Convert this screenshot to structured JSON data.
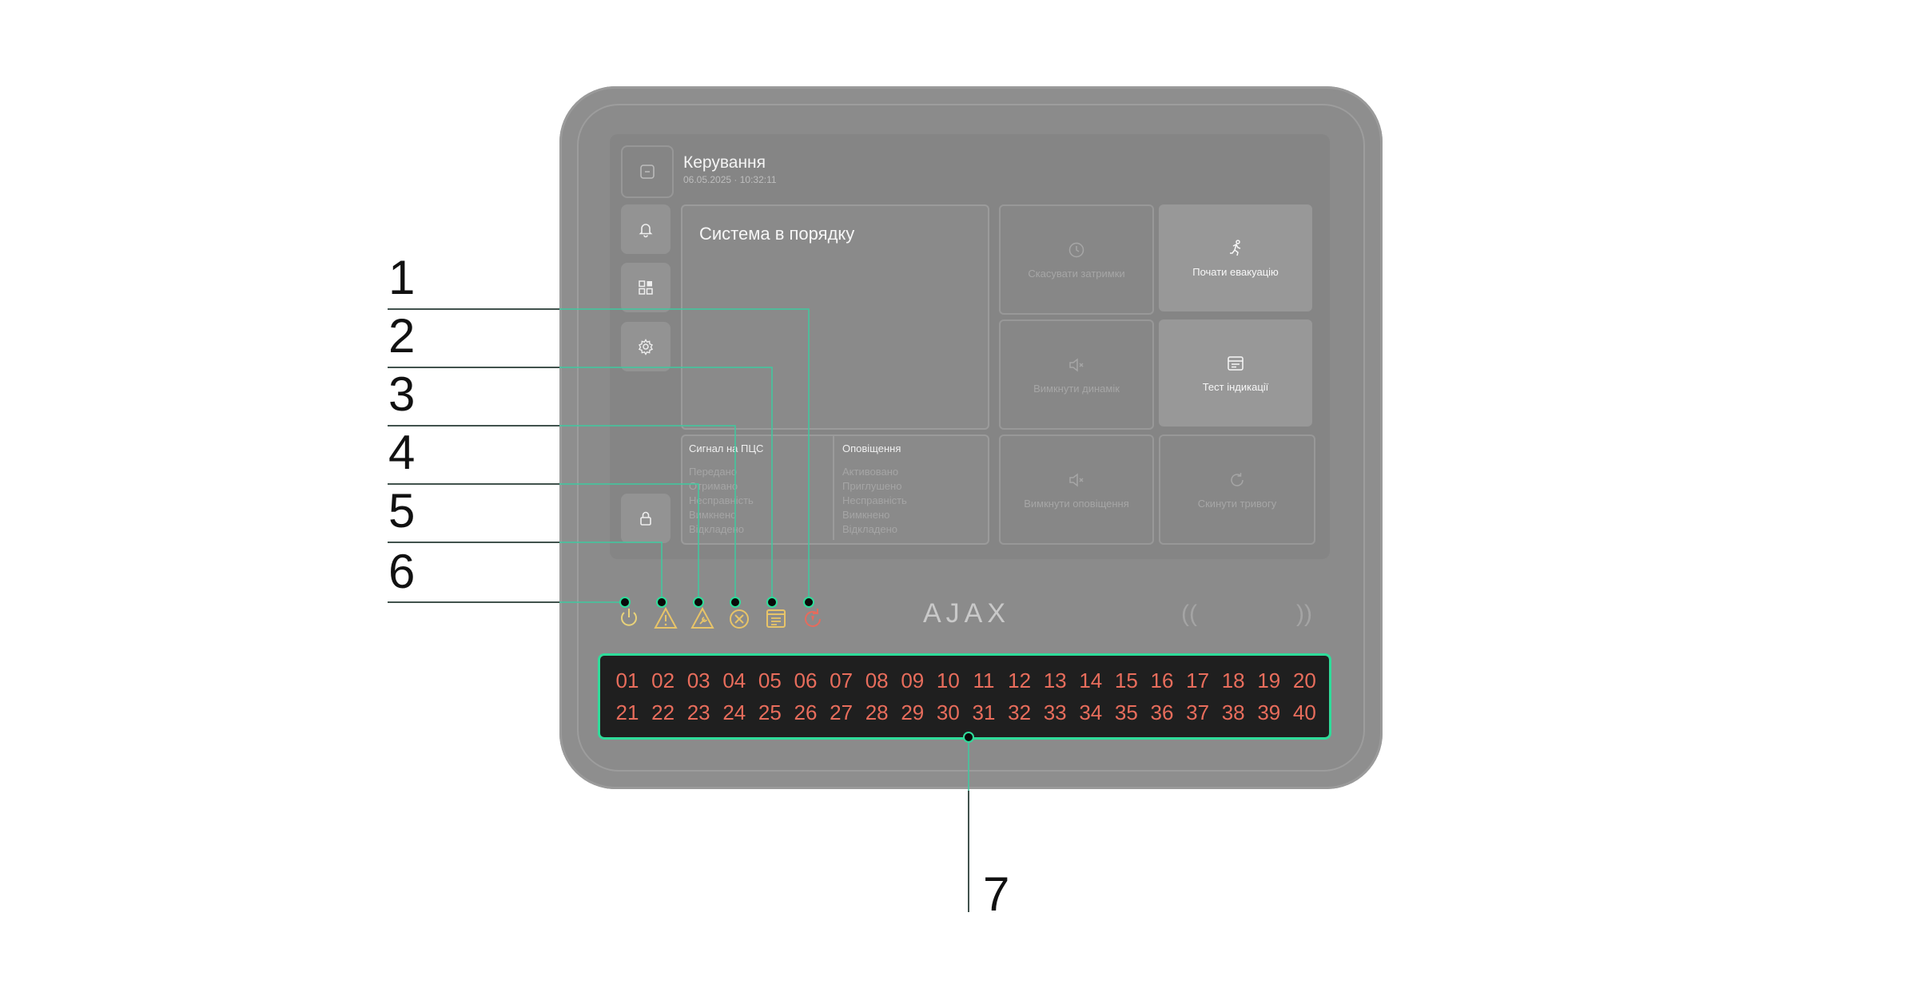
{
  "screen": {
    "title": "Керування",
    "datetime": "06.05.2025 · 10:32:11",
    "status": "Система в порядку",
    "tiles": [
      {
        "label": "Скасувати затримки",
        "icon": "clock-icon",
        "state": "dim"
      },
      {
        "label": "Почати евакуацію",
        "icon": "running-person-icon",
        "state": "active"
      },
      {
        "label": "Вимкнути динамік",
        "icon": "speaker-mute-icon",
        "state": "dim"
      },
      {
        "label": "Тест індикації",
        "icon": "indication-test-icon",
        "state": "active"
      },
      {
        "label": "Вимкнути оповіщення",
        "icon": "speaker-mute-icon",
        "state": "dim"
      },
      {
        "label": "Скинути тривогу",
        "icon": "reset-icon",
        "state": "dim"
      }
    ],
    "monitoring": {
      "title": "Сигнал на ПЦС",
      "items": [
        "Передано",
        "Отримано",
        "Несправність",
        "Вимкнено",
        "Відкладено"
      ]
    },
    "notifications": {
      "title": "Оповіщення",
      "items": [
        "Активовано",
        "Приглушено",
        "Несправність",
        "Вимкнено",
        "Відкладено"
      ]
    }
  },
  "device": {
    "logo": "AJAX",
    "indicators": [
      {
        "icon": "power-icon",
        "color": "#e8d27a"
      },
      {
        "icon": "warning-triangle-icon",
        "color": "#e8c468"
      },
      {
        "icon": "warning-triangle-wrench-icon",
        "color": "#e8c468"
      },
      {
        "icon": "circle-cross-icon",
        "color": "#e8c468"
      },
      {
        "icon": "checklist-icon",
        "color": "#e8c468"
      },
      {
        "icon": "alarm-refresh-icon",
        "color": "#e56b5d"
      }
    ],
    "zones_row1": [
      "01",
      "02",
      "03",
      "04",
      "05",
      "06",
      "07",
      "08",
      "09",
      "10",
      "11",
      "12",
      "13",
      "14",
      "15",
      "16",
      "17",
      "18",
      "19",
      "20"
    ],
    "zones_row2": [
      "21",
      "22",
      "23",
      "24",
      "25",
      "26",
      "27",
      "28",
      "29",
      "30",
      "31",
      "32",
      "33",
      "34",
      "35",
      "36",
      "37",
      "38",
      "39",
      "40"
    ]
  },
  "callouts": [
    "1",
    "2",
    "3",
    "4",
    "5",
    "6",
    "7"
  ],
  "colors": {
    "leader": "#3ec9a0",
    "zone_text": "#e86d5c",
    "zone_border": "#2fdc9a"
  }
}
